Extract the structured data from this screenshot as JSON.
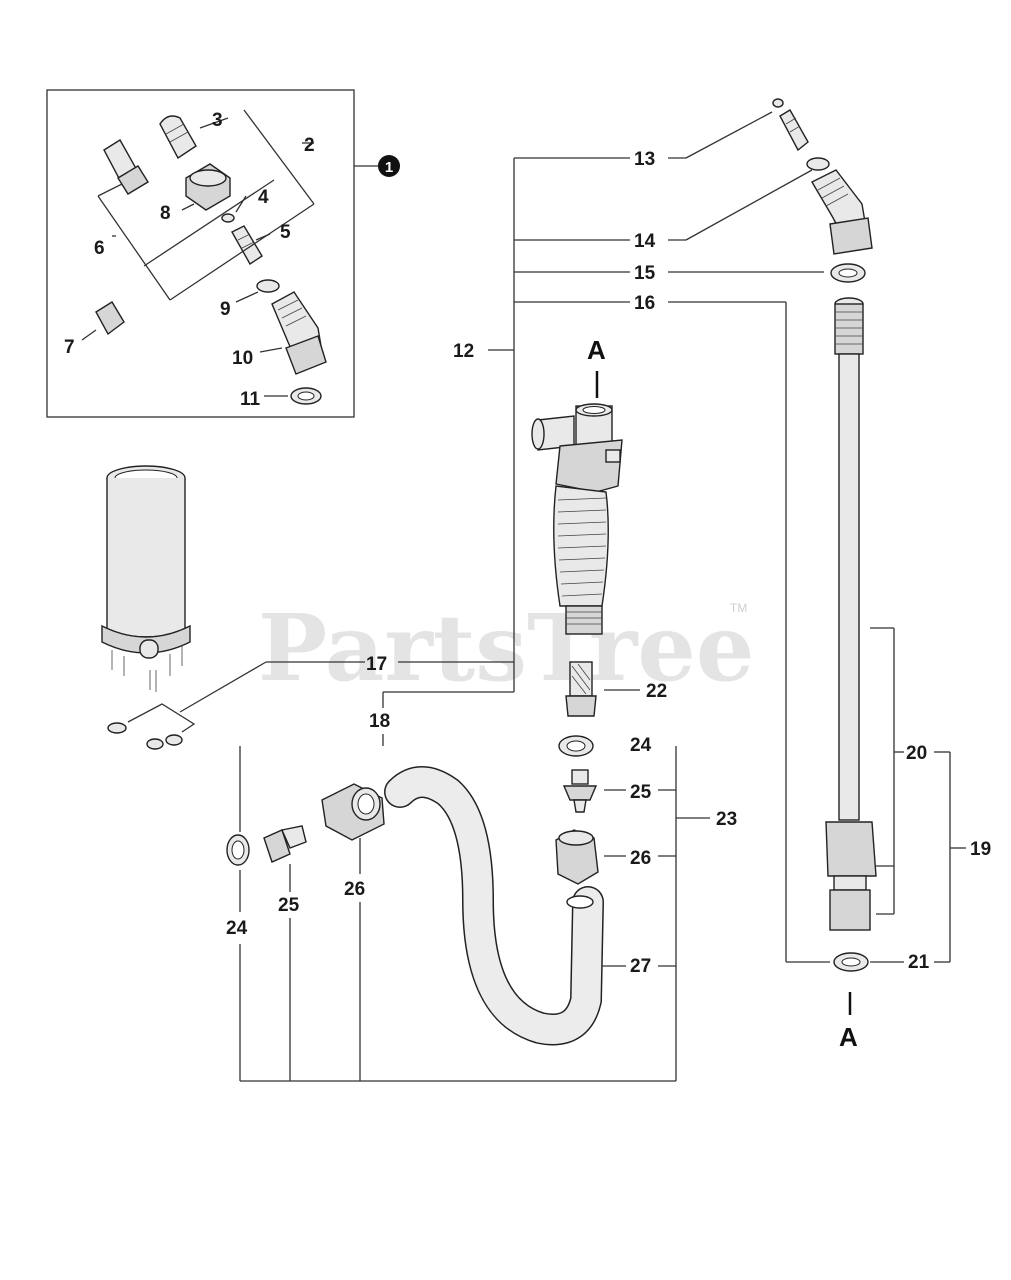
{
  "watermark": {
    "text": "PartsTree",
    "tm": "TM"
  },
  "kit_marker": "1",
  "section_markers": {
    "top": "A",
    "bottom": "A"
  },
  "labels": {
    "l2": "2",
    "l3": "3",
    "l4": "4",
    "l5": "5",
    "l6": "6",
    "l7": "7",
    "l8": "8",
    "l9": "9",
    "l10": "10",
    "l11": "11",
    "l12": "12",
    "l13": "13",
    "l14": "14",
    "l15": "15",
    "l16": "16",
    "l17": "17",
    "l18": "18",
    "l19": "19",
    "l20": "20",
    "l21": "21",
    "l22": "22",
    "l23": "23",
    "l24a": "24",
    "l24b": "24",
    "l25a": "25",
    "l25b": "25",
    "l26a": "26",
    "l26b": "26",
    "l27": "27"
  }
}
